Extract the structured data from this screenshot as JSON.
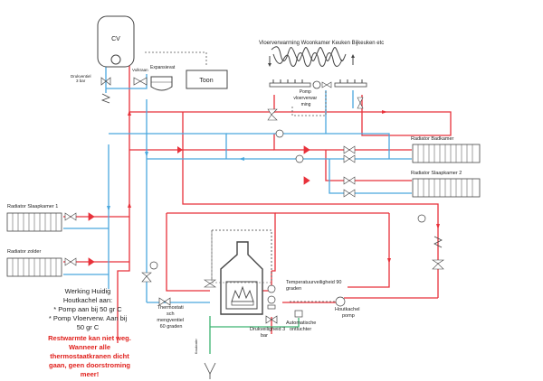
{
  "components": {
    "cv": "CV",
    "toon": "Toon",
    "expansievat": "Expansievat",
    "vulkraan": "Vulkraan",
    "drukventiel": [
      "Drukventiel",
      "3 bar"
    ],
    "vloerverwarming_title": "Vloerverwarming Woonkamer Keuken Bijkeuken etc",
    "pomp_vloerverwarming": [
      "Pomp",
      "vloerverwar",
      "ming"
    ],
    "radiator_badkamer": "Radiator Badkamer",
    "radiator_slaapkamer2": "Radiator Slaapkamer 2",
    "radiator_slaapkamer1": "Radiator Slaapkamer 1",
    "radiator_zolder": "Radiator zolder",
    "thermostatisch_mengventiel": [
      "Thermostati",
      "sch",
      "mengventiel",
      "60 graden"
    ],
    "temperatuurveiligheid": [
      "Temperatuurveiligheid 90",
      "graden"
    ],
    "houtkachel_pomp": [
      "Houtkachel",
      "pomp"
    ],
    "drukveiligheid": [
      "Drukveiligheid 3",
      "bar"
    ],
    "automatische_ontluchter": [
      "Automatische",
      "ontluchter"
    ],
    "koudwater": "Koudwater"
  },
  "notes": {
    "werking": [
      "Werking Huidig",
      "Houtkachel aan:",
      "* Pomp aan bij 50 gr C",
      "* Pomp Vloerverw. Aan bij",
      "50 gr C"
    ],
    "warning": [
      "Restwarmte kan niet weg.",
      "Wanneer alle",
      "thermostaatkranen dicht",
      "gaan, geen doorstroming",
      "meer!"
    ]
  },
  "colors": {
    "supply": "#e8313a",
    "return": "#4aa8de",
    "cold_water": "#3cb371",
    "outline": "#444444"
  }
}
